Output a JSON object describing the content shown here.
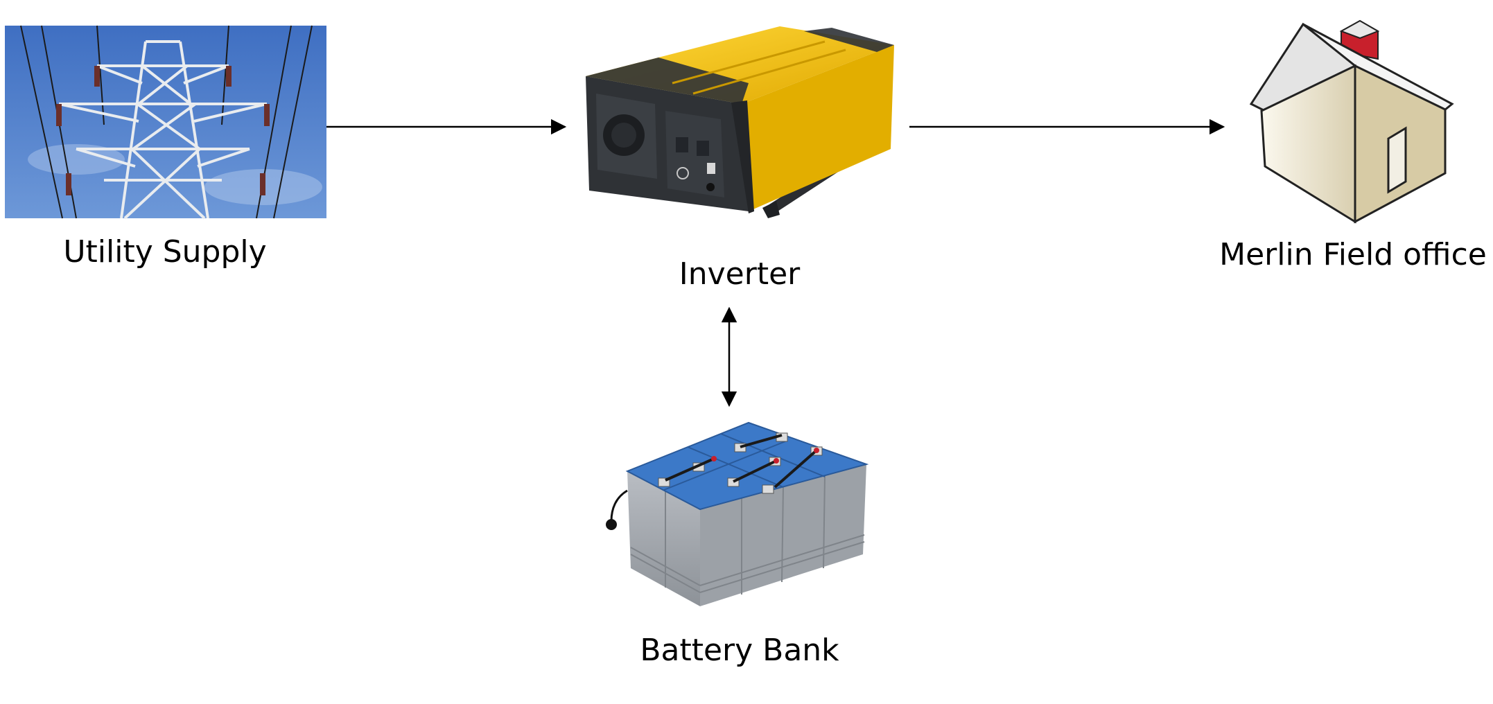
{
  "nodes": {
    "utility": {
      "label": "Utility Supply",
      "icon": "transmission-tower-icon"
    },
    "inverter": {
      "label": "Inverter",
      "icon": "inverter-icon"
    },
    "office": {
      "label": "Merlin Field office",
      "icon": "house-icon"
    },
    "battery": {
      "label": "Battery Bank",
      "icon": "battery-bank-icon"
    }
  },
  "edges": [
    {
      "from": "Utility Supply",
      "to": "Inverter",
      "direction": "one-way"
    },
    {
      "from": "Inverter",
      "to": "Merlin Field office",
      "direction": "one-way"
    },
    {
      "from": "Inverter",
      "to": "Battery Bank",
      "direction": "two-way"
    }
  ],
  "colors": {
    "sky": "#4d7cc9",
    "inverter_body": "#f2c200",
    "inverter_case": "#2f3236",
    "battery_top": "#3c79c8",
    "battery_side": "#a9adb3",
    "house_chimney": "#c8202c",
    "arrow": "#000000"
  }
}
